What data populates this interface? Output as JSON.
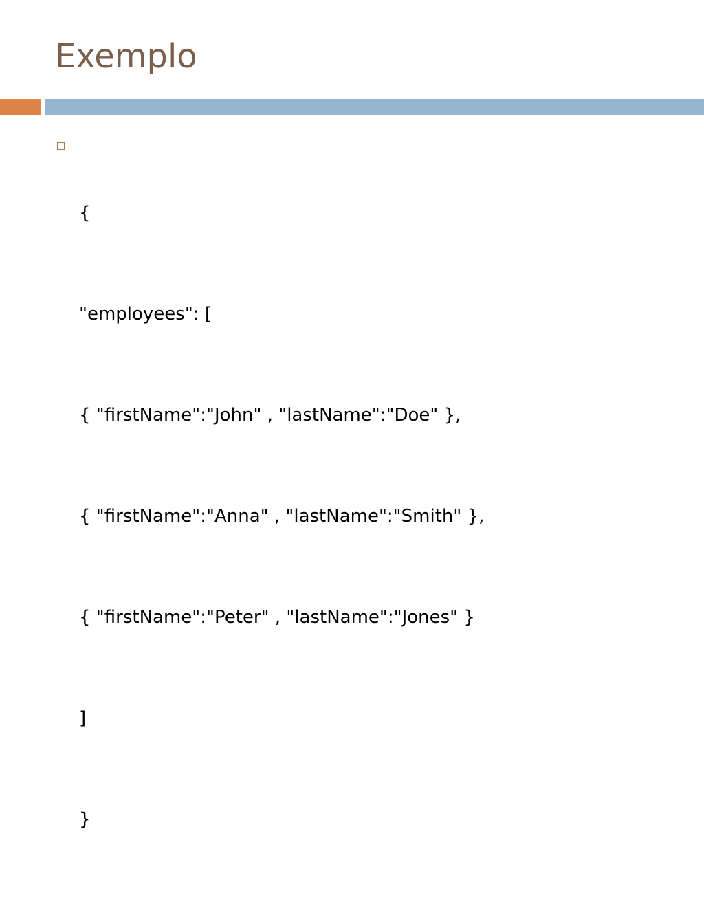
{
  "slide": {
    "title": "Exemplo",
    "lines": [
      "{",
      "\"employees\": [",
      "{ \"firstName\":\"John\" , \"lastName\":\"Doe\" },",
      "{ \"firstName\":\"Anna\" , \"lastName\":\"Smith\" },",
      "{ \"firstName\":\"Peter\" , \"lastName\":\"Jones\" }",
      "]",
      "}"
    ]
  },
  "colors": {
    "title": "#7a5f4c",
    "accent_orange": "#dd8447",
    "accent_blue": "#94b6d2",
    "bullet": "#b07a55",
    "text": "#000000",
    "background": "#ffffff"
  },
  "icons": {
    "bullet": "hollow-square-bullet-icon"
  }
}
